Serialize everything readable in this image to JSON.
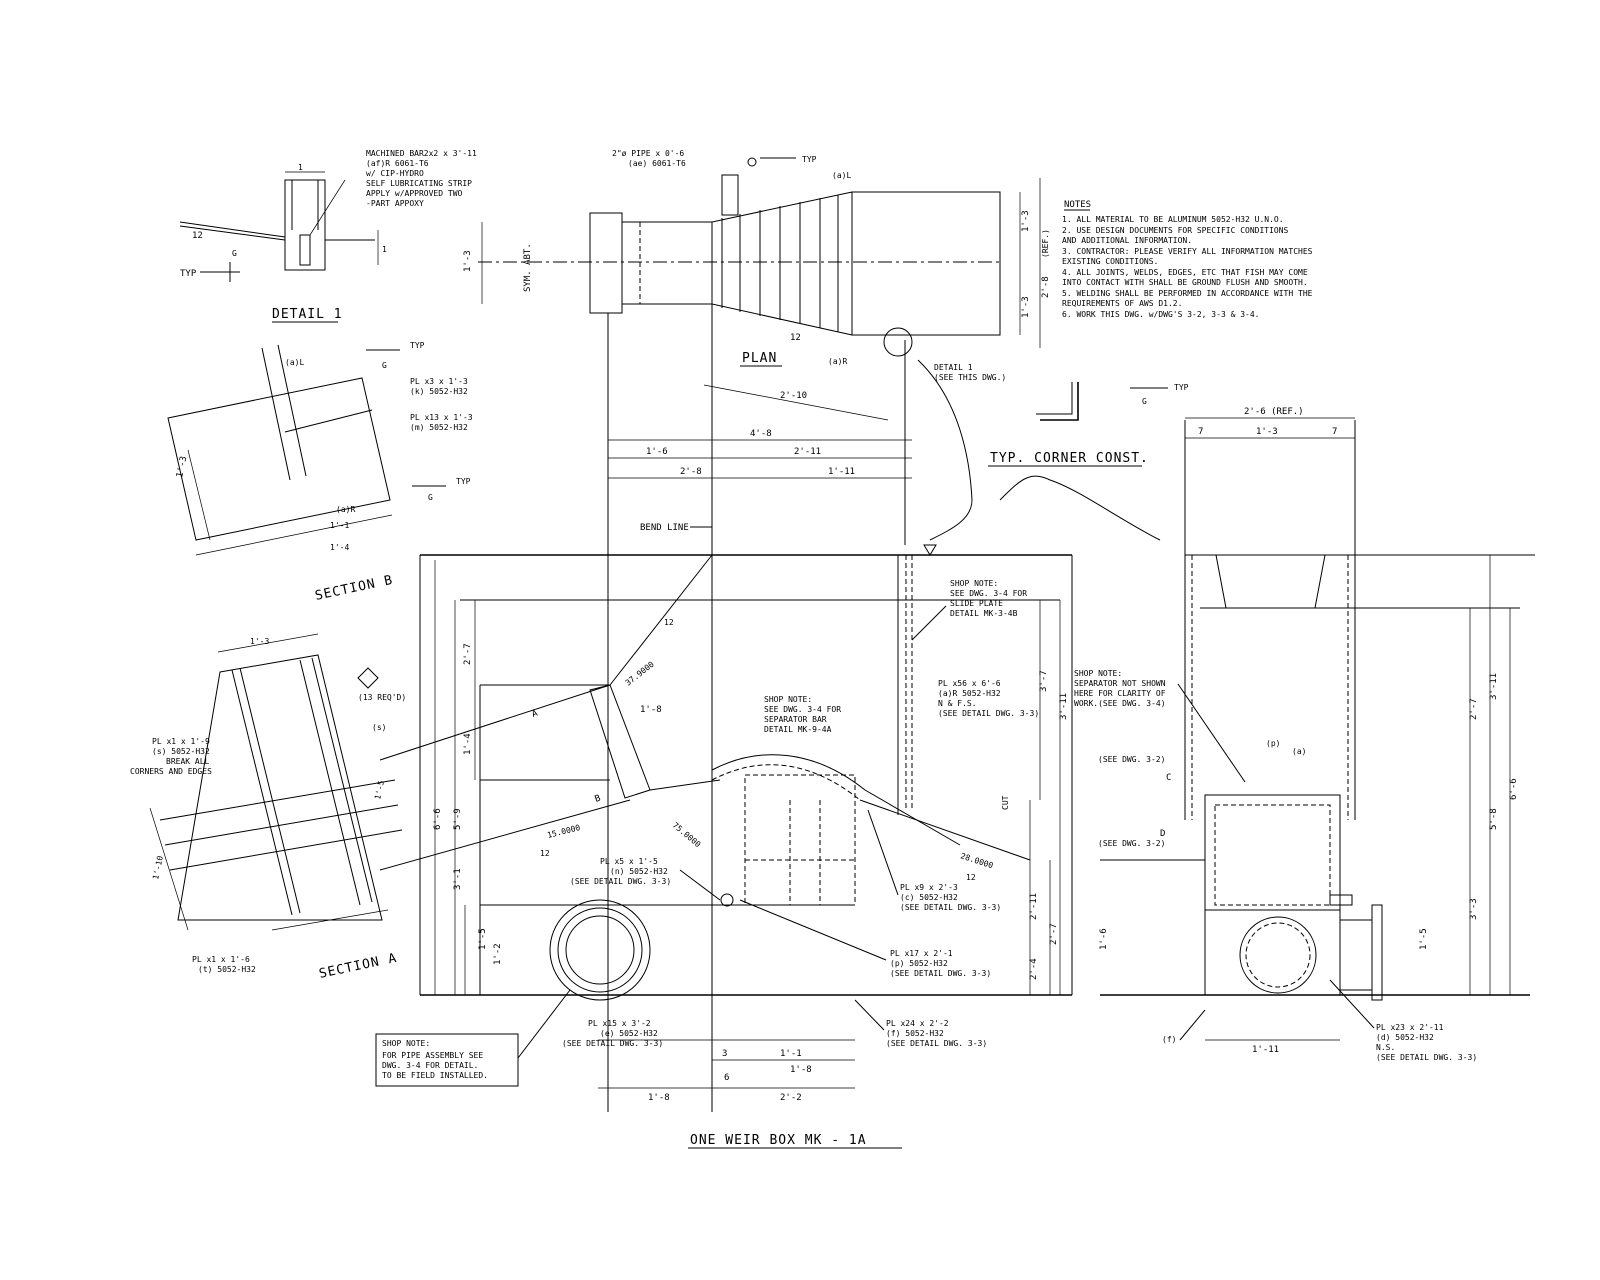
{
  "drawing": {
    "title": "ONE WEIR BOX MK - 1A"
  },
  "views": {
    "detail1": "DETAIL 1",
    "sectionB": "SECTION B",
    "sectionA": "SECTION A",
    "plan": "PLAN",
    "corner": "TYP. CORNER CONST."
  },
  "notes": {
    "heading": "NOTES",
    "lines": [
      "1. ALL MATERIAL TO BE ALUMINUM 5052-H32 U.N.O.",
      "2. USE DESIGN DOCUMENTS FOR SPECIFIC CONDITIONS",
      "   AND ADDITIONAL INFORMATION.",
      "3. CONTRACTOR: PLEASE VERIFY ALL INFORMATION MATCHES",
      "   EXISTING CONDITIONS.",
      "4. ALL JOINTS, WELDS, EDGES, ETC THAT FISH MAY COME",
      "   INTO CONTACT WITH SHALL BE GROUND FLUSH AND SMOOTH.",
      "5. WELDING SHALL BE PERFORMED IN ACCORDANCE WITH THE",
      "   REQUIREMENTS OF AWS D1.2.",
      "6. WORK THIS DWG. w/DWG'S 3-2, 3-3 & 3-4."
    ]
  },
  "callouts": {
    "bar": [
      "MACHINED BAR2x2 x 3'-11",
      "(af)R 6061-T6",
      "w/ CIP-HYDRO",
      "SELF LUBRICATING STRIP",
      "APPLY w/APPROVED TWO",
      "-PART APPOXY"
    ],
    "pipe": [
      "2\"ø PIPE x 0'-6",
      "(ae) 6061-T6"
    ],
    "detailRef": [
      "DETAIL 1",
      "(SEE THIS DWG.)"
    ],
    "plateK": [
      "PL x3 x 1'-3",
      "(k) 5052-H32"
    ],
    "plateM": [
      "PL x13 x 1'-3",
      "(m) 5052-H32"
    ],
    "slideNote": [
      "SHOP NOTE:",
      "SEE DWG. 3-4 FOR",
      "SLIDE PLATE",
      "DETAIL MK-3-4B"
    ],
    "separatorNote": [
      "SHOP NOTE:",
      "SEE DWG. 3-4 FOR",
      "SEPARATOR BAR",
      "DETAIL MK-9-4A"
    ],
    "sideNote": [
      "SHOP NOTE:",
      "SEPARATOR NOT SHOWN",
      "HERE FOR CLARITY OF",
      "WORK.(SEE DWG. 3-4)"
    ],
    "plateA": [
      "PL x56 x 6'-6",
      "(a)R 5052-H32",
      "N & F.S.",
      "(SEE DETAIL DWG. 3-3)"
    ],
    "plateS": [
      "PL x1 x 1'-9",
      "(s) 5052-H32",
      "BREAK ALL",
      "CORNERS AND EDGES"
    ],
    "plateN": [
      "PL x5 x 1'-5",
      "(n) 5052-H32",
      "(SEE DETAIL DWG. 3-3)"
    ],
    "plateC": [
      "PL x9 x 2'-3",
      "(c) 5052-H32",
      "(SEE DETAIL DWG. 3-3)"
    ],
    "plateP": [
      "PL x17 x 2'-1",
      "(p) 5052-H32",
      "(SEE DETAIL DWG. 3-3)"
    ],
    "plateT": [
      "PL x1 x 1'-6",
      "(t) 5052-H32"
    ],
    "plateE": [
      "PL x15 x 3'-2",
      "(e) 5052-H32",
      "(SEE DETAIL DWG. 3-3)"
    ],
    "plateF": [
      "PL x24 x 2'-2",
      "(f) 5052-H32",
      "(SEE DETAIL DWG. 3-3)"
    ],
    "plateD": [
      "PL x23 x 2'-11",
      "(d) 5052-H32",
      "N.S.",
      "(SEE DETAIL DWG. 3-3)"
    ],
    "pipeNote": [
      "SHOP NOTE:",
      "FOR PIPE ASSEMBLY SEE",
      "DWG. 3-4 FOR DETAIL.",
      "TO BE FIELD INSTALLED."
    ],
    "seeC": "(SEE DWG. 3-2)",
    "seeD": "(SEE DWG. 3-2)",
    "bendLine": "BEND LINE",
    "symAbt": "SYM. ABT.",
    "reqd": "(13 REQ'D)"
  },
  "labels": {
    "aL": "(a)L",
    "aR": "(a)R",
    "aR2": "(a)R",
    "aL2": "(a)L",
    "s": "(s)",
    "p": "(p)",
    "a": "(a)",
    "f": "(f)",
    "typ1": "TYP",
    "typ2": "TYP",
    "typ3": "TYP",
    "typ4": "TYP",
    "typ5": "TYP",
    "typ6": "TYP",
    "g1": "G",
    "g2": "G",
    "g3": "G",
    "g4": "G",
    "secA": "A",
    "secB": "B",
    "secC": "C",
    "secD": "D",
    "cut": "CUT",
    "ref": "(REF.)"
  },
  "dims": {
    "plan_overall": "4'-8",
    "plan_a": "1'-6",
    "plan_b": "2'-11",
    "plan_c": "2'-8",
    "plan_d": "1'-11",
    "plan_diag": "2'-10",
    "plan_h1": "1'-3",
    "plan_h2": "1'-3",
    "plan_hl": "1'-3",
    "plan_ref": "2'-8",
    "slope12": "12",
    "slope12b": "12",
    "slope12c": "12",
    "slope12d": "12",
    "slope12e": "12",
    "detail_12": "12",
    "angle1": "37.9000",
    "angle2": "75.0000",
    "angle3": "15.0000",
    "angle4": "28.0000",
    "side_top": "2'-6 (REF.)",
    "side_a": "7",
    "side_b": "1'-3",
    "side_c": "7",
    "side_bot": "1'-11",
    "side_h1": "2'-7",
    "side_h2": "3'-11",
    "side_h3": "6'-6",
    "side_h4": "5'-8",
    "side_h5": "3'-3",
    "side_h6": "1'-5",
    "side_h7": "1'-6",
    "main_h1": "2'-7",
    "main_h2": "1'-4",
    "main_h3": "5'-9",
    "main_h4": "6'-6",
    "main_h5": "3'-1",
    "main_h6": "1'-5",
    "main_h7": "1'-2",
    "main_r1": "3'-7",
    "main_r2": "3'-11",
    "main_r3": "2'-11",
    "main_r4": "2'-4",
    "main_r5": "2'-7",
    "main_bot1": "1'-8",
    "main_bot2": "2'-2",
    "main_bot3": "1'-8",
    "main_bot4": "1'-1",
    "main_bot5": "3",
    "main_bot6": "6",
    "main_d1": "1'-8",
    "secB_h": "1'-3",
    "secB_w1": "1'-1",
    "secB_w2": "1'-4",
    "secA_w": "1'-3",
    "secA_l": "1'-5",
    "secA_s": "1'-10",
    "detail_w": "1",
    "detail_h": "1"
  }
}
